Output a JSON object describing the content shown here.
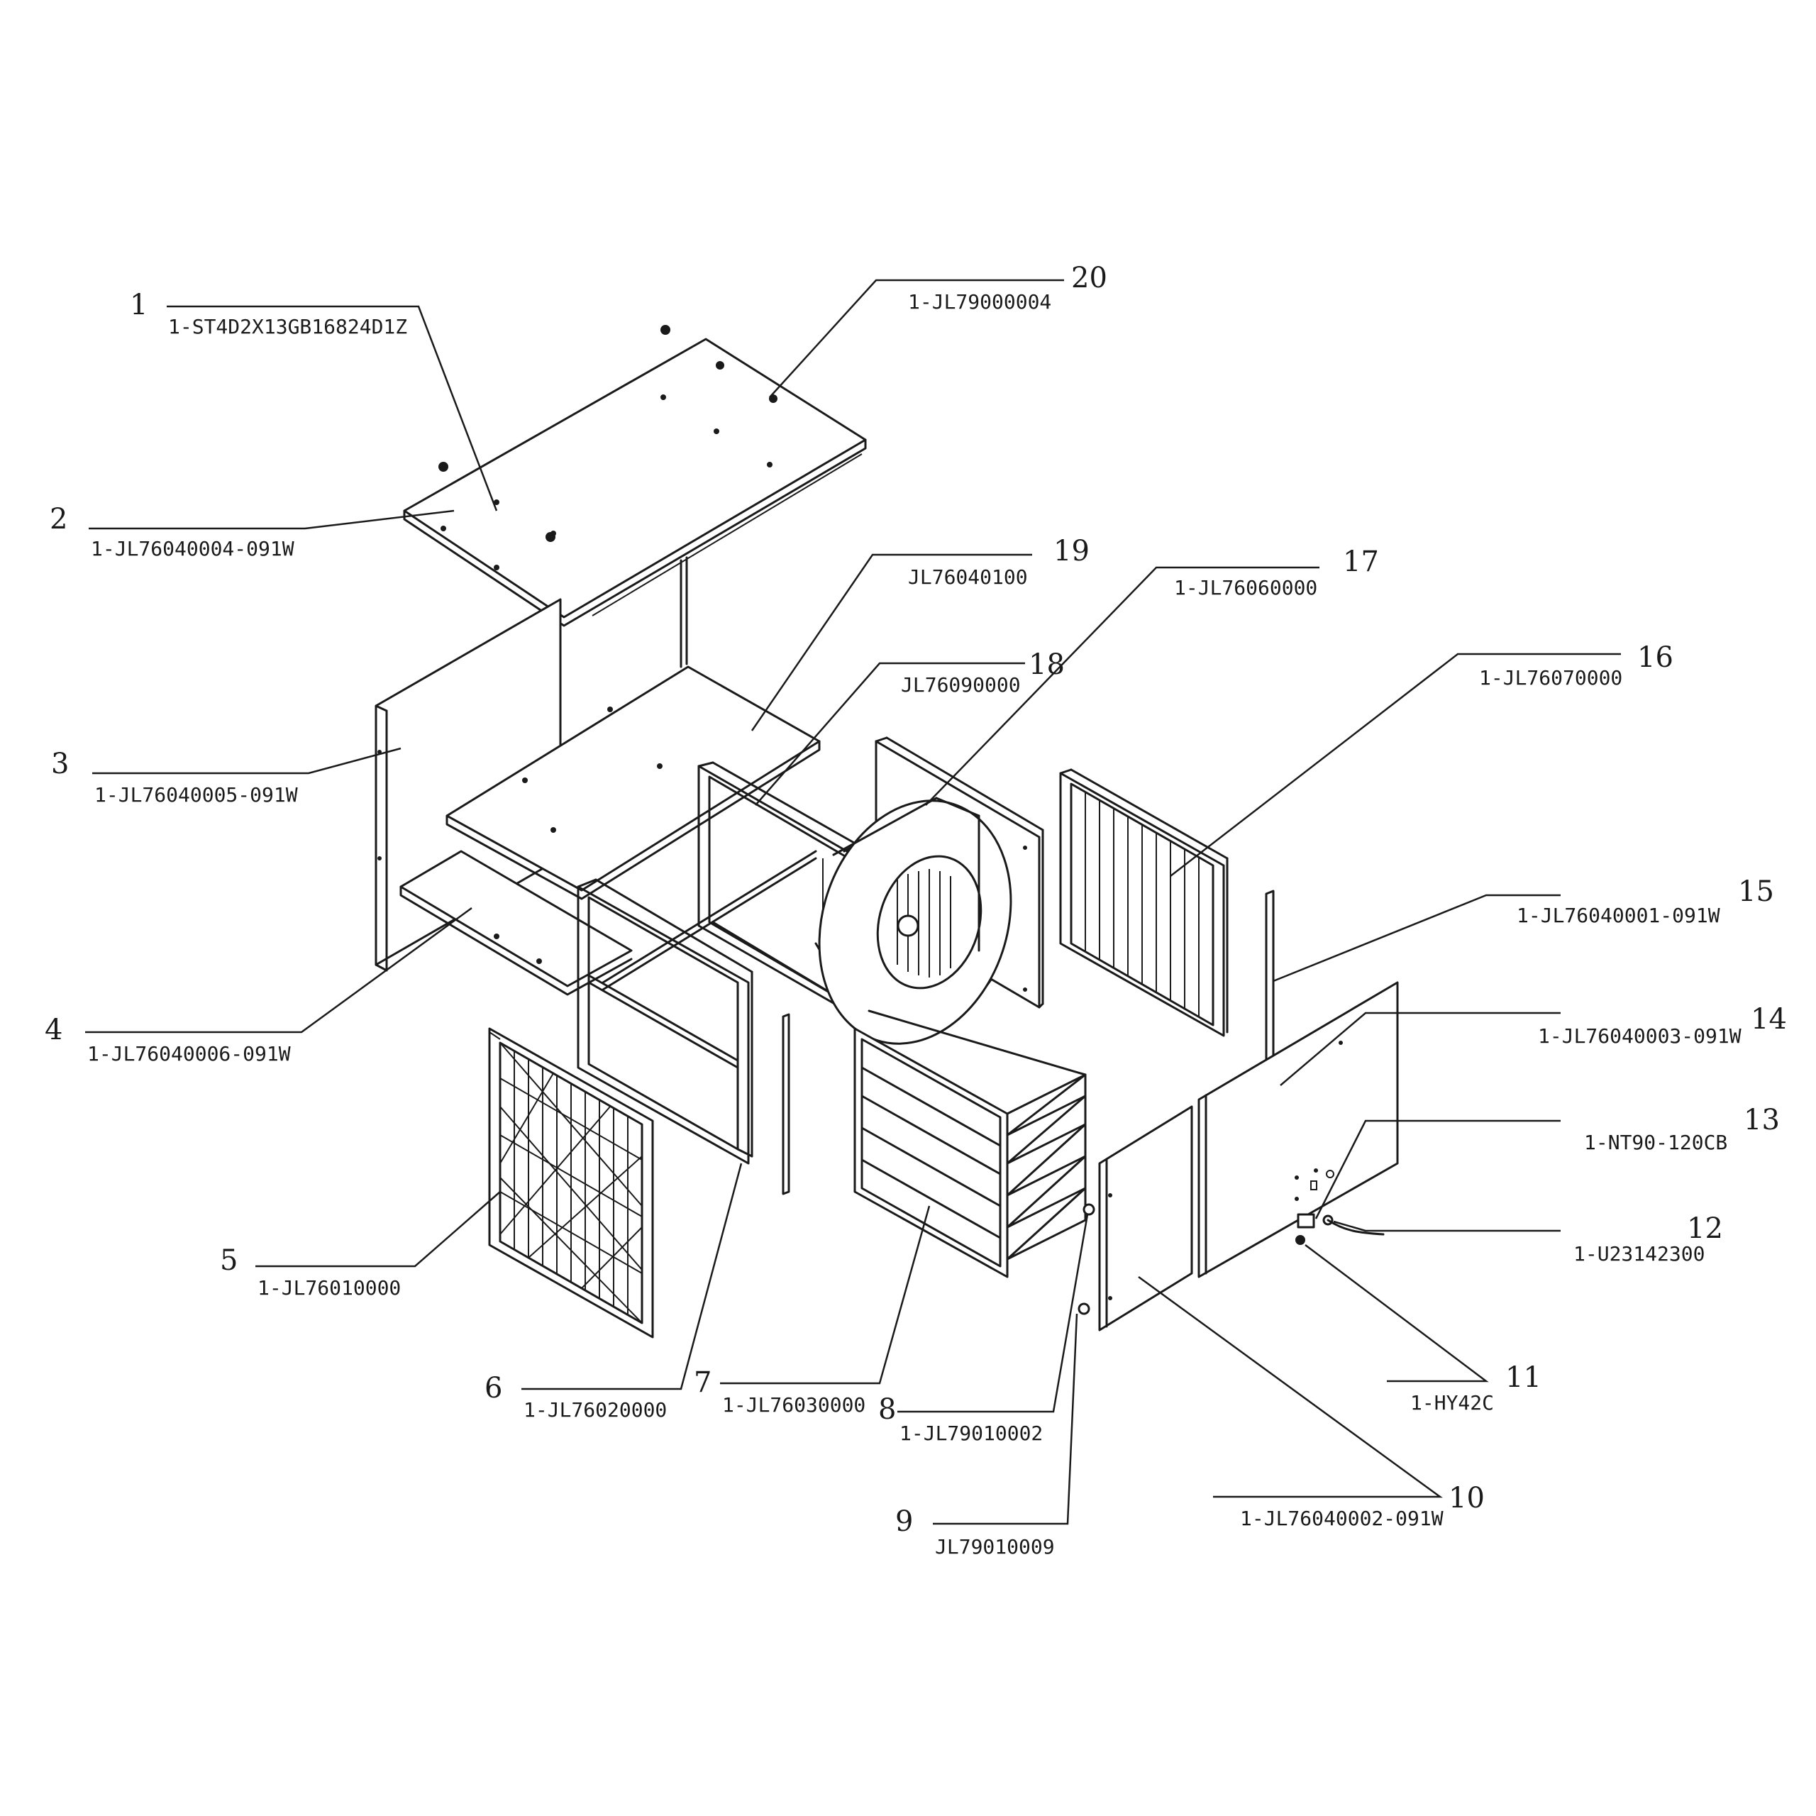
{
  "parts": [
    {
      "number": "1",
      "code": "1-ST4D2X13GB16824D1Z"
    },
    {
      "number": "2",
      "code": "1-JL76040004-091W"
    },
    {
      "number": "3",
      "code": "1-JL76040005-091W"
    },
    {
      "number": "4",
      "code": "1-JL76040006-091W"
    },
    {
      "number": "5",
      "code": "1-JL76010000"
    },
    {
      "number": "6",
      "code": "1-JL76020000"
    },
    {
      "number": "7",
      "code": "1-JL76030000"
    },
    {
      "number": "8",
      "code": "1-JL79010002"
    },
    {
      "number": "9",
      "code": "JL79010009"
    },
    {
      "number": "10",
      "code": "1-JL76040002-091W"
    },
    {
      "number": "11",
      "code": "1-HY42C"
    },
    {
      "number": "12",
      "code": "1-U23142300"
    },
    {
      "number": "13",
      "code": "1-NT90-120CB"
    },
    {
      "number": "14",
      "code": "1-JL76040003-091W"
    },
    {
      "number": "15",
      "code": "1-JL76040001-091W"
    },
    {
      "number": "16",
      "code": "1-JL76070000"
    },
    {
      "number": "17",
      "code": "1-JL76060000"
    },
    {
      "number": "18",
      "code": "JL76090000"
    },
    {
      "number": "19",
      "code": "JL76040100"
    },
    {
      "number": "20",
      "code": "1-JL79000004"
    }
  ]
}
